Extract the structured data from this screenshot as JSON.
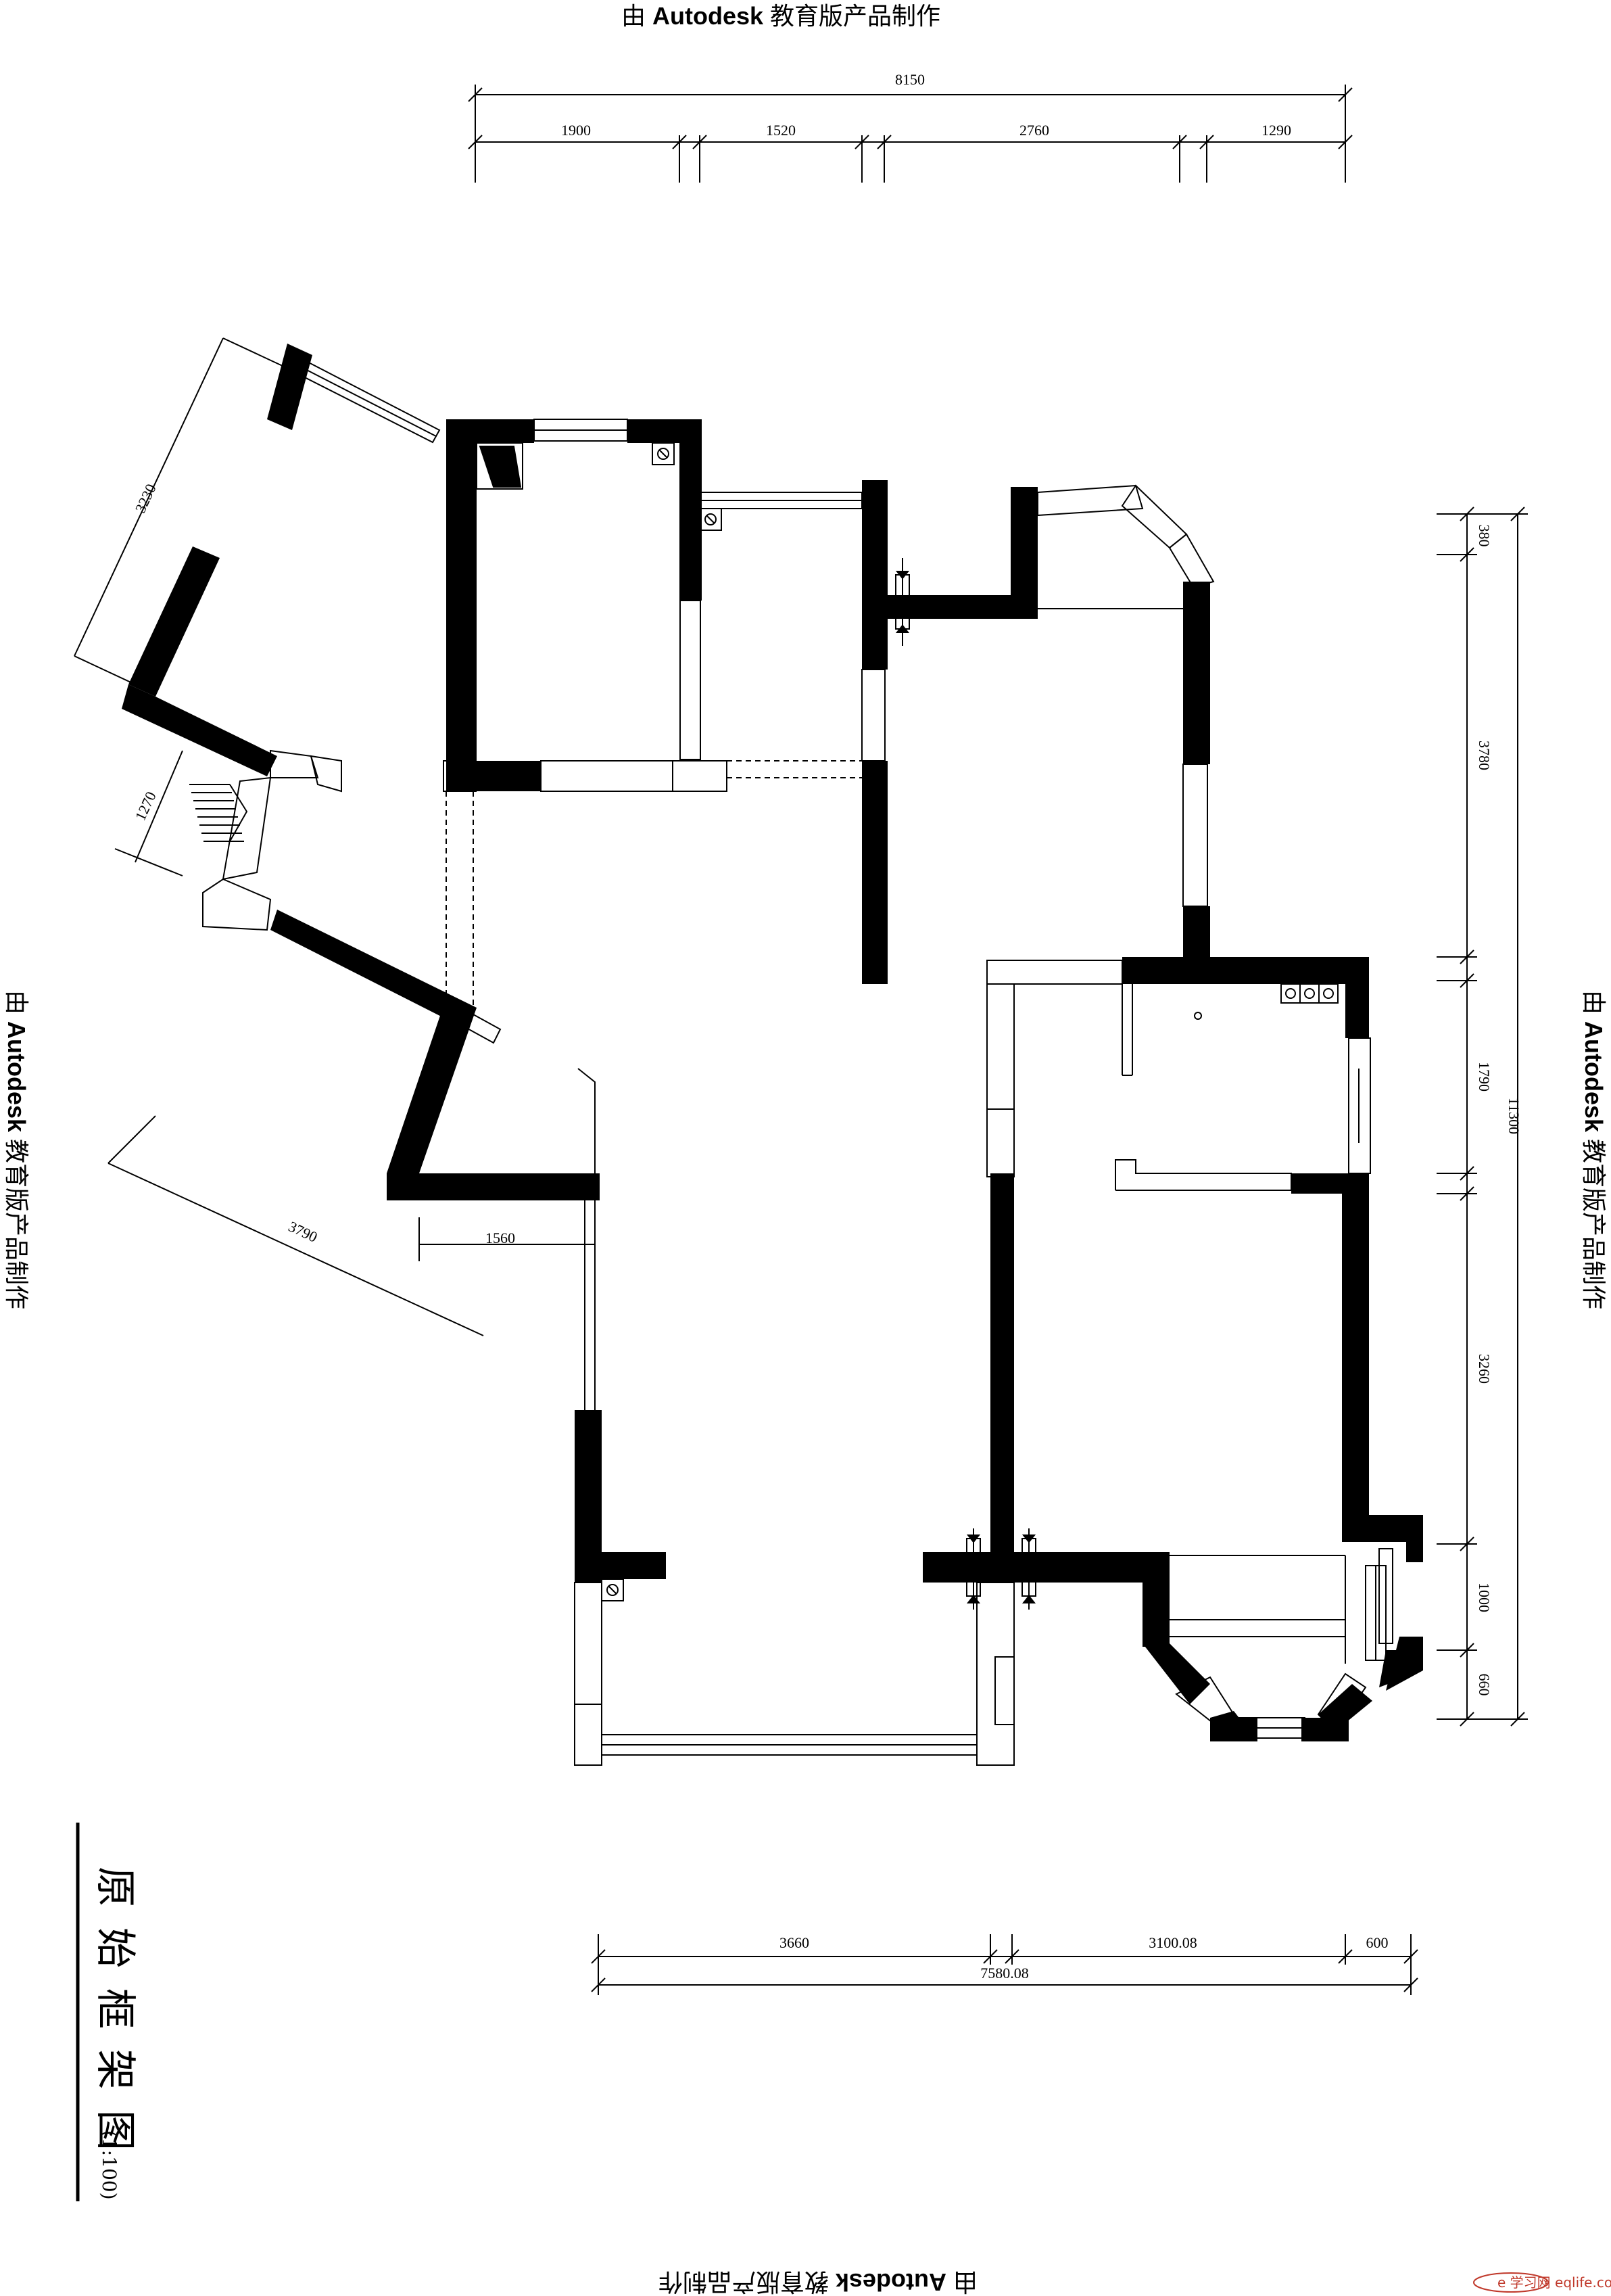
{
  "watermark": {
    "prefix": "由",
    "brand": "Autodesk",
    "suffix": "教育版产品制作"
  },
  "title": {
    "chars": [
      "原",
      "始",
      "框",
      "架",
      "图"
    ],
    "scale": "(1:100)"
  },
  "dimensions": {
    "top_total": "8150",
    "top_segments": [
      "1900",
      "1520",
      "2760",
      "1290"
    ],
    "right_total": "11300",
    "right_segments": [
      "380",
      "3780",
      "1790",
      "3260",
      "1000",
      "660"
    ],
    "bottom_total": "7580.08",
    "bottom_segments": [
      "3660",
      "3100.08",
      "600"
    ],
    "left_angled_upper": "3230",
    "left_angled_entry": "1270",
    "left_angled_lower": "3790",
    "left_horizontal": "1560"
  },
  "site_logo": {
    "text": "e 学习网 eqlife.com"
  },
  "colors": {
    "wall": "#000000",
    "line": "#000000",
    "background": "#ffffff"
  }
}
